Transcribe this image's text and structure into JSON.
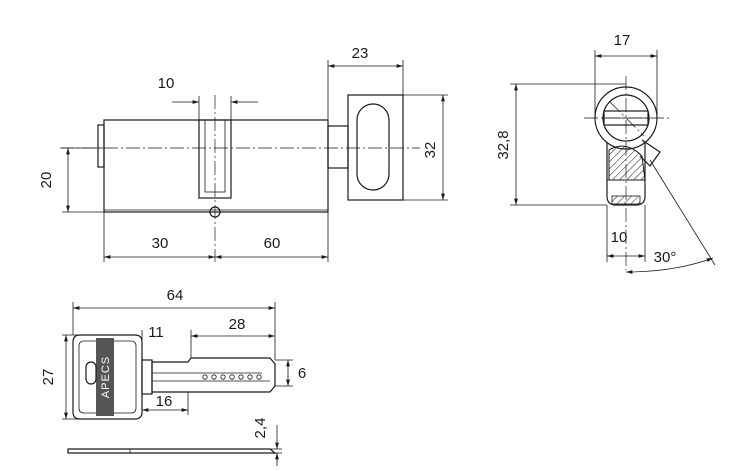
{
  "dimensions": {
    "cam_length": "23",
    "cam_gap": "10",
    "height_20": "20",
    "knob_height": "32",
    "left_length": "30",
    "right_length": "60",
    "top_width": "17",
    "profile_height": "32,8",
    "bottom_width": "10",
    "angle": "30°",
    "key_length": "64",
    "key_height": "27",
    "bow_length": "11",
    "blade_length": "28",
    "blade_height": "6",
    "shoulder": "16",
    "thickness": "2,4"
  },
  "key": {
    "brand": "APECS"
  }
}
